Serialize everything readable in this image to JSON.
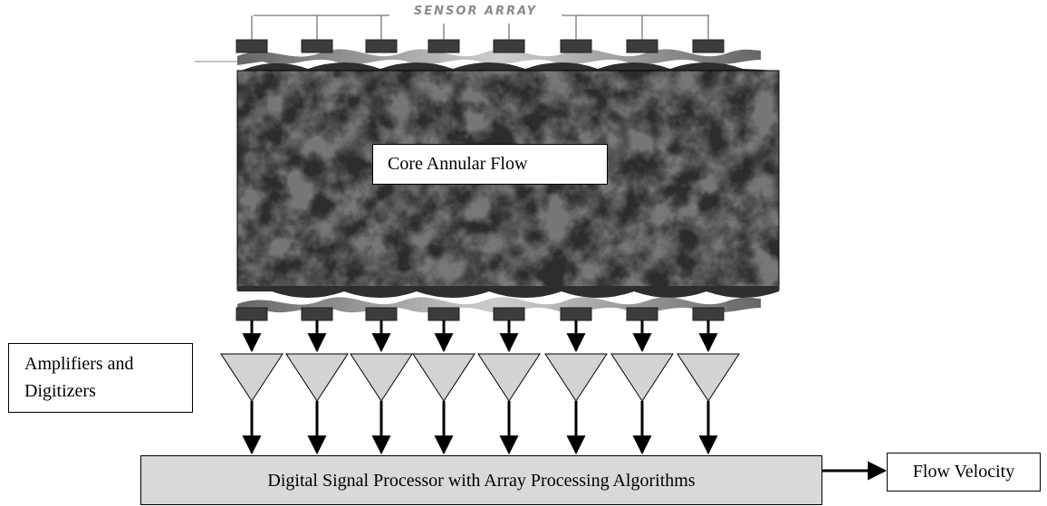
{
  "diagram": {
    "sensor_array_title": "SENSOR ARRAY",
    "core_label": "Core Annular Flow",
    "amplifier_label_line1": "Amplifiers and",
    "amplifier_label_line2": "Digitizers",
    "dsp_label": "Digital Signal Processor with Array Processing Algorithms",
    "output_label": "Flow Velocity",
    "sensor_count": 8,
    "colors": {
      "pipe_texture": "#3a3a3a",
      "pipe_highlight": "#9a9a9a",
      "sensor_block": "#3c3c3c",
      "amplifier_fill": "#d3d3d3",
      "dsp_fill": "#d9d9d9",
      "bracket_line": "#777777"
    }
  }
}
